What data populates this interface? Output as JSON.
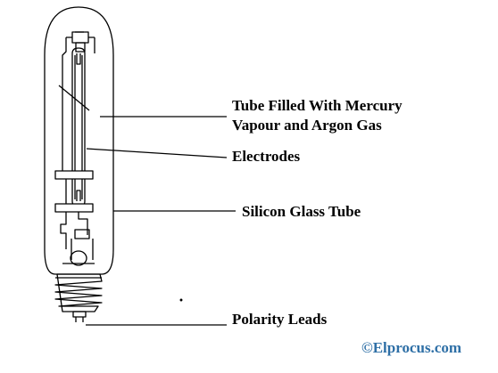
{
  "labels": {
    "tube_line1": "Tube Filled With Mercury",
    "tube_line2": "Vapour and Argon Gas",
    "electrodes": "Electrodes",
    "silicon_glass_tube": "Silicon Glass Tube",
    "polarity_leads": "Polarity Leads"
  },
  "watermark": "©Elprocus.com",
  "colors": {
    "line": "#000000",
    "background": "#ffffff",
    "watermark": "#2e6fa6"
  }
}
